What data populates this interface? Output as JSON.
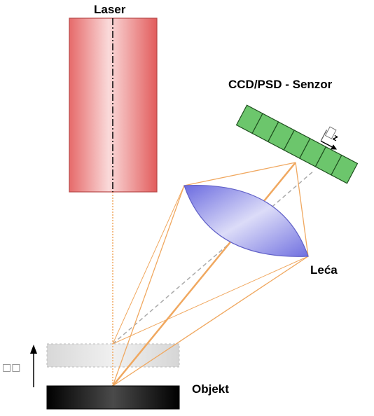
{
  "labels": {
    "laser": "Laser",
    "sensor": "CCD/PSD - Senzor",
    "lens": "Leća",
    "object": "Objekt",
    "displacement": "□□",
    "sensor_axis": "z"
  },
  "sensor": {
    "segments": 7
  },
  "colors": {
    "laser_light": "#f6b8b8",
    "laser_dark": "#e25c5c",
    "beam": "#f0a860",
    "lens_edge": "#7d7dd6",
    "lens_fill": "#8c8cf0",
    "sensor_fill": "#6cc66c",
    "sensor_stroke": "#1f4f1f",
    "object_fill": "#1a1a1a",
    "ghost_fill": "#d8d8d8",
    "dashed_line": "#aaaaaa"
  }
}
